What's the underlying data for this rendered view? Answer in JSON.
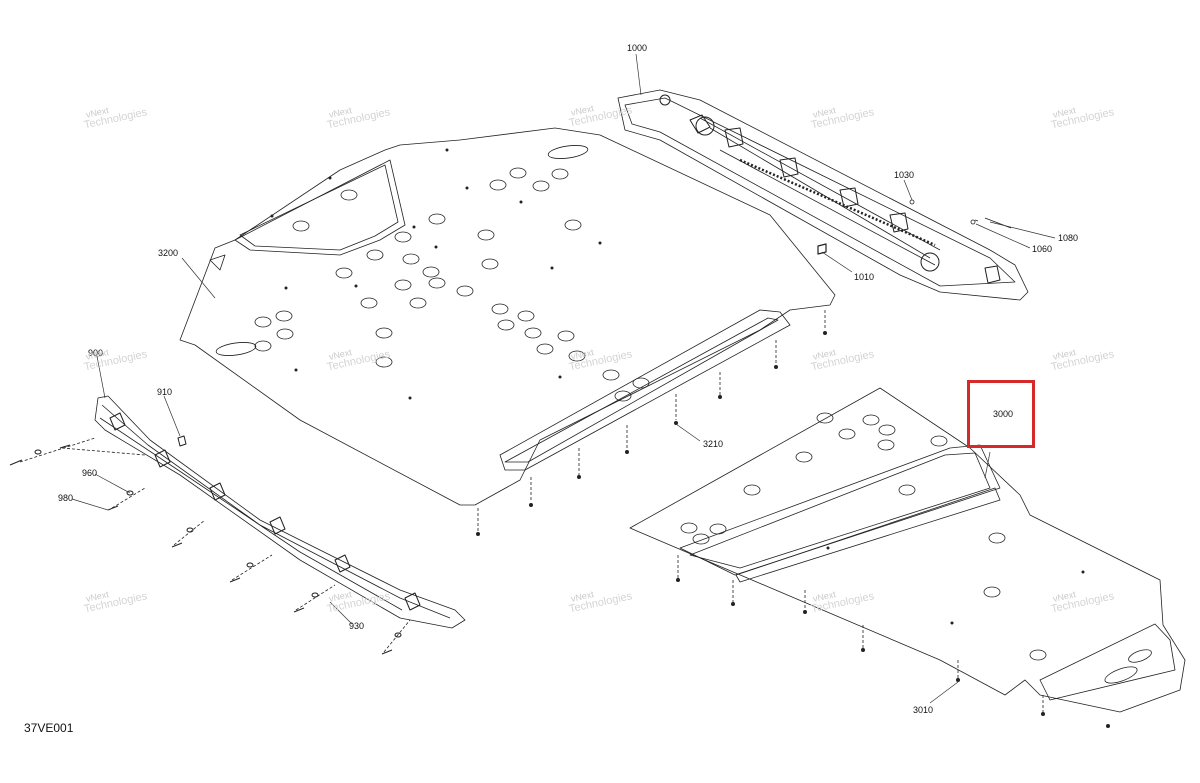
{
  "figure_code": "37VE001",
  "watermark_line1": "vNext",
  "watermark_line2": "Technologies",
  "highlight_color": "#d42a2a",
  "callouts": {
    "p1000": "1000",
    "p1030": "1030",
    "p1060": "1060",
    "p1080": "1080",
    "p1010": "1010",
    "p3200": "3200",
    "p3210": "3210",
    "p3000": "3000",
    "p3010": "3010",
    "p900": "900",
    "p910": "910",
    "p960": "960",
    "p980": "980",
    "p930": "930"
  }
}
